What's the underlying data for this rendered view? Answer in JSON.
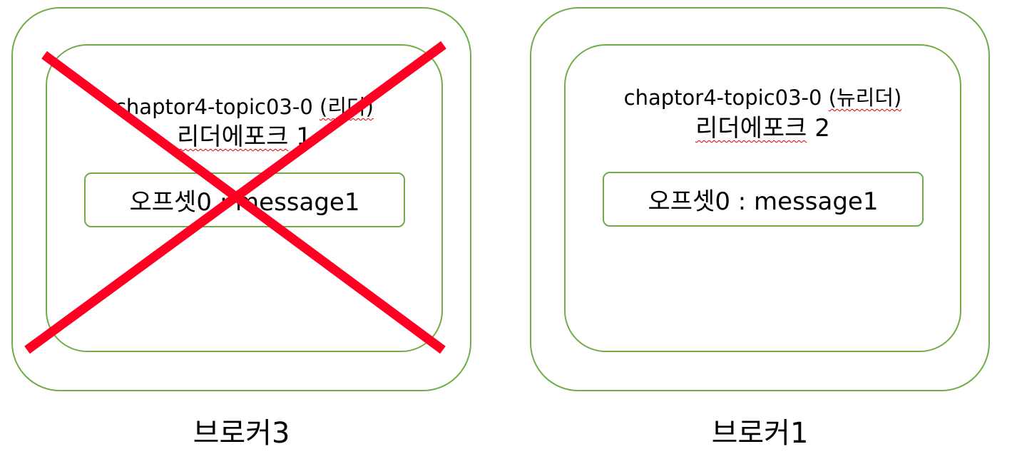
{
  "brokers": [
    {
      "label": "브로커3",
      "partition": {
        "topic": "chaptor4-topic03-0",
        "role": "(리더)",
        "epoch_word": "리더에포크",
        "epoch_value": "1"
      },
      "message": "오프셋0 : message1",
      "failed": true
    },
    {
      "label": "브로커1",
      "partition": {
        "topic": "chaptor4-topic03-0",
        "role": "(뉴리더)",
        "epoch_word": "리더에포크",
        "epoch_value": "2"
      },
      "message": "오프셋0 : message1",
      "failed": false
    }
  ],
  "colors": {
    "box_border": "#70ad47",
    "cross": "#ff0022",
    "spellcheck": "#e00000"
  }
}
